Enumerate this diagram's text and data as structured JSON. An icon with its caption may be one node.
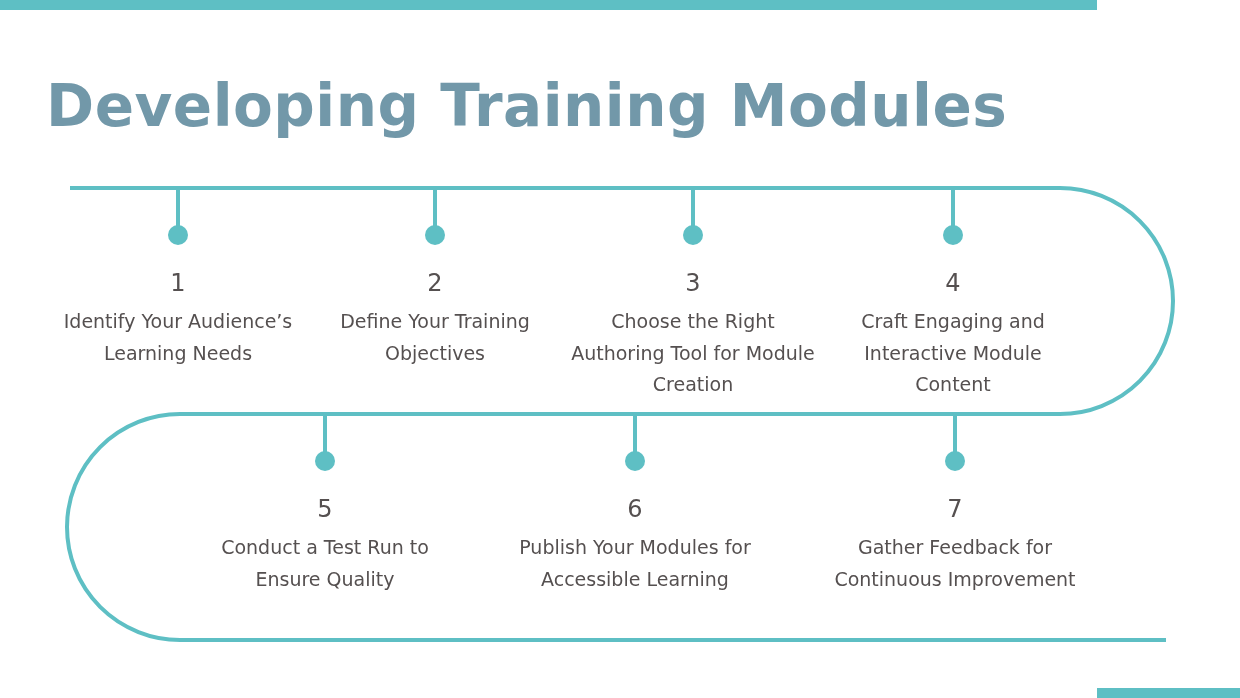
{
  "diagram": {
    "title": "Developing Training Modules",
    "labels": [
      "1",
      "Identify Your Audience’s Learning Needs",
      "2",
      "Define Your Training Objectives",
      "3",
      "Choose the Right Authoring Tool for Module Creation",
      "4",
      "Craft Engaging and Interactive Module Content",
      "5",
      "Conduct a Test Run to Ensure Quality",
      "6",
      "Publish Your Modules for Accessible Learning",
      "7",
      "Gather Feedback for Continuous Improvement"
    ]
  }
}
